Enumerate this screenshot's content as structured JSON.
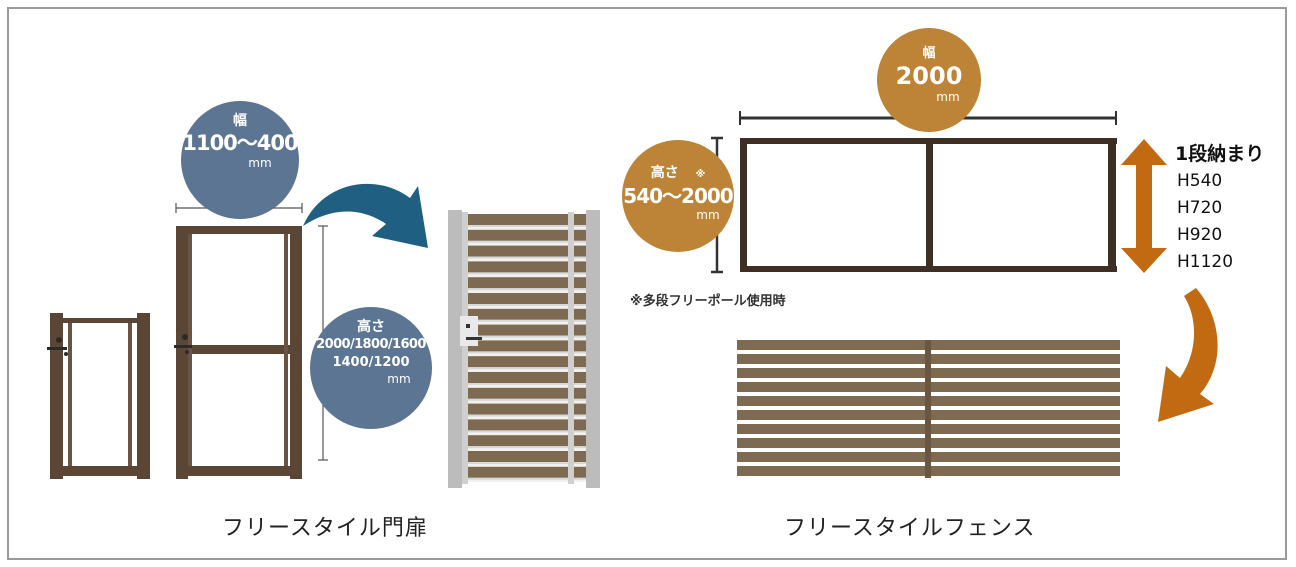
{
  "colors": {
    "frame_brown": "#5b4535",
    "slat_brown": "#7d6a50",
    "post_gray": "#bcbcbc",
    "circle_blue": "#5b7592",
    "circle_orange": "#bd8336",
    "arrow_blue": "#1f5f82",
    "arrow_orange": "#c26a12",
    "fence_frame": "#3d2f24"
  },
  "gate": {
    "width_circle": {
      "label": "幅",
      "value": "1100～400",
      "unit": "mm"
    },
    "height_circle": {
      "label": "高さ",
      "value1": "2000/1800/1600",
      "value2": "1400/1200",
      "unit": "mm"
    },
    "caption": "フリースタイル門扉"
  },
  "fence": {
    "width_circle": {
      "label": "幅",
      "value": "2000",
      "unit": "mm"
    },
    "height_circle": {
      "label": "高さ",
      "mark": "※",
      "value": "540～2000",
      "unit": "mm"
    },
    "note": "※多段フリーポール使用時",
    "steps_title": "1段納まり",
    "steps": [
      "H540",
      "H720",
      "H920",
      "H1120"
    ],
    "caption": "フリースタイルフェンス"
  }
}
